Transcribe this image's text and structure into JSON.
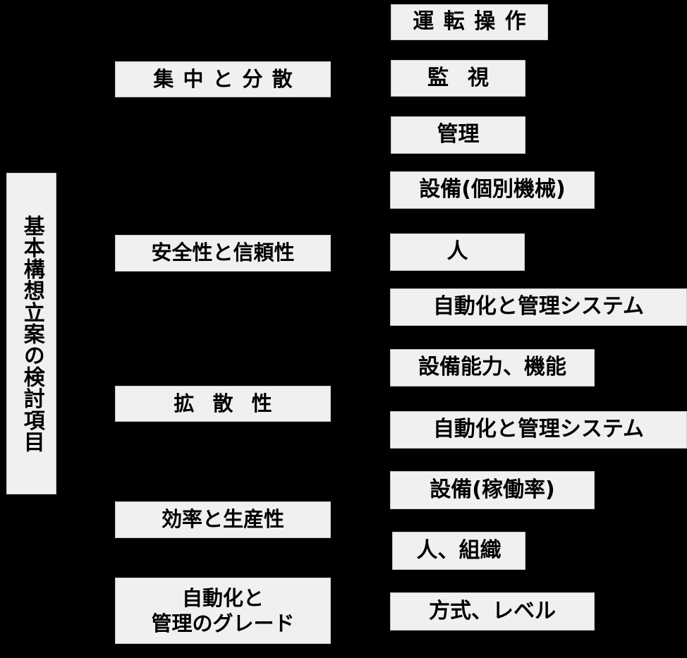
{
  "diagram": {
    "title": "基本構想立案の検討項目",
    "background_color": "#000000",
    "node_fill_color": "#f0f0f0",
    "node_text_color": "#000000",
    "root": {
      "label": "基本構想立案の検討項目",
      "orientation": "vertical"
    },
    "categories": [
      {
        "label": "集中と分散"
      },
      {
        "label": "安全性と信頼性"
      },
      {
        "label": "拡散性"
      },
      {
        "label": "効率と生産性"
      },
      {
        "label": "自動化と\n管理のグレード"
      }
    ],
    "items": [
      {
        "label": "運転操作"
      },
      {
        "label": "監視"
      },
      {
        "label": "管理"
      },
      {
        "label": "設備(個別機械)"
      },
      {
        "label": "人"
      },
      {
        "label": "自動化と管理システム"
      },
      {
        "label": "設備能力、機能"
      },
      {
        "label": "自動化と管理システム"
      },
      {
        "label": "設備(稼働率)"
      },
      {
        "label": "人、組織"
      },
      {
        "label": "方式、レベル"
      }
    ]
  }
}
